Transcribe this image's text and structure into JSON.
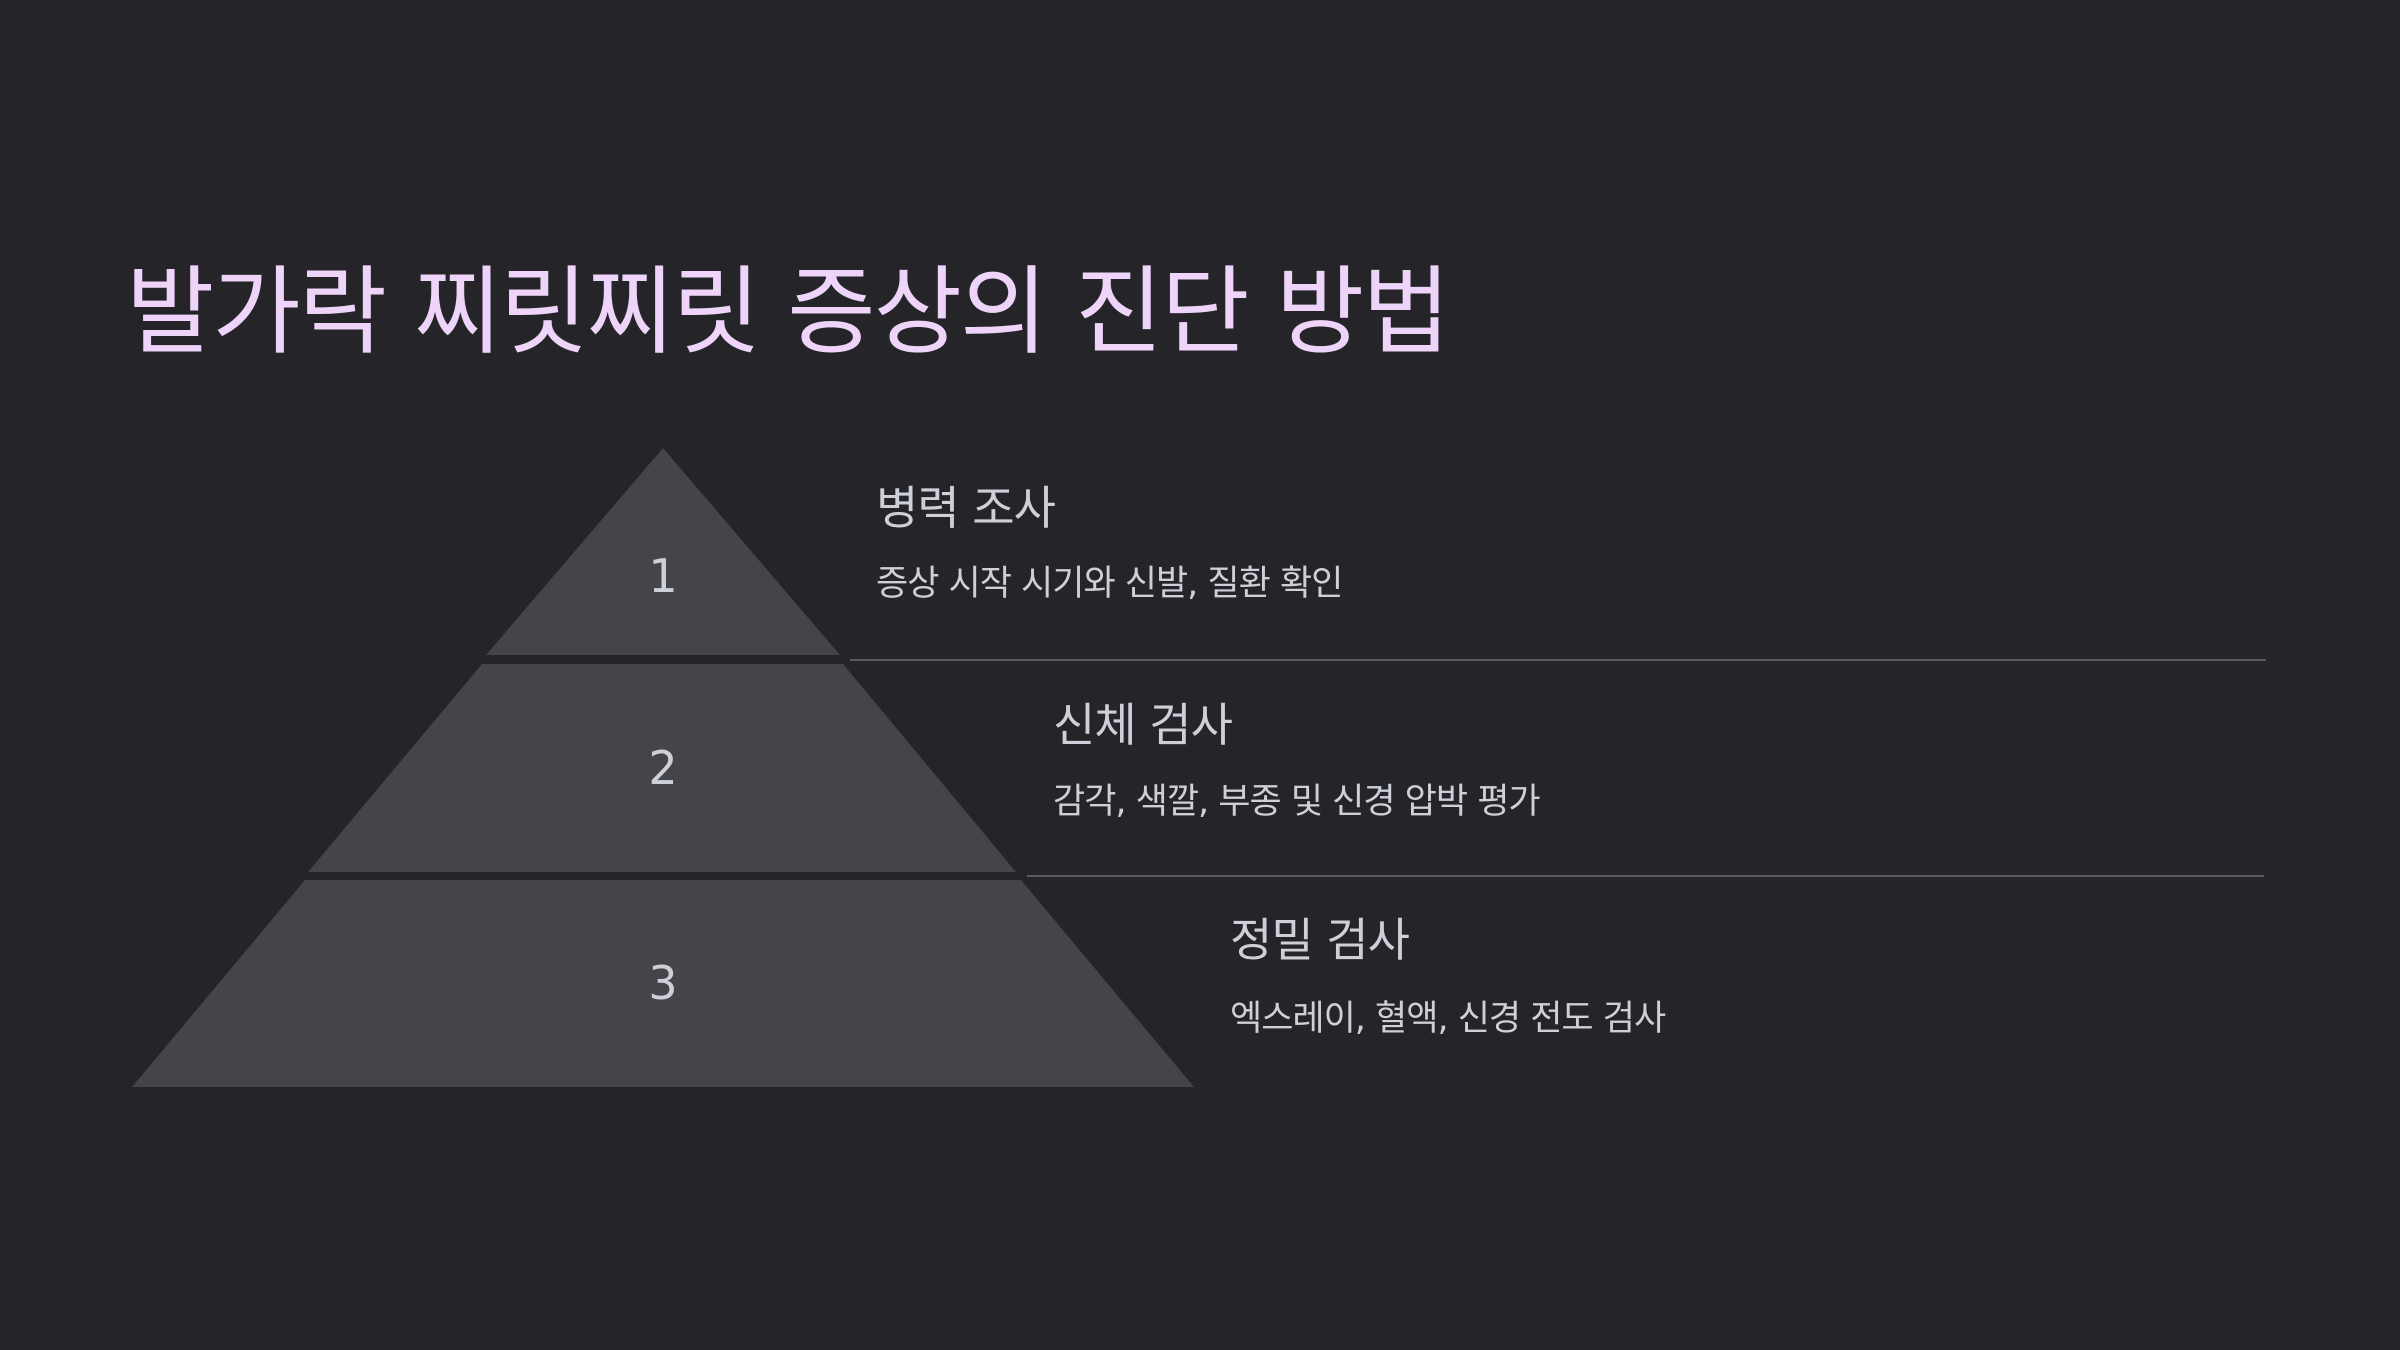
{
  "title": "발가락 찌릿찌릿 증상의 진단 방법",
  "colors": {
    "background": "#252429",
    "title": "#EED4F8",
    "pyramid_fill": "#454449",
    "text": "#CDD0D8",
    "divider": "#5A5A60"
  },
  "pyramid": {
    "levels": [
      {
        "number": "1",
        "title": "병력 조사",
        "description": "증상 시작 시기와 신발, 질환 확인"
      },
      {
        "number": "2",
        "title": "신체 검사",
        "description": "감각, 색깔, 부종 및 신경 압박 평가"
      },
      {
        "number": "3",
        "title": "정밀 검사",
        "description": "엑스레이, 혈액, 신경 전도 검사"
      }
    ]
  }
}
